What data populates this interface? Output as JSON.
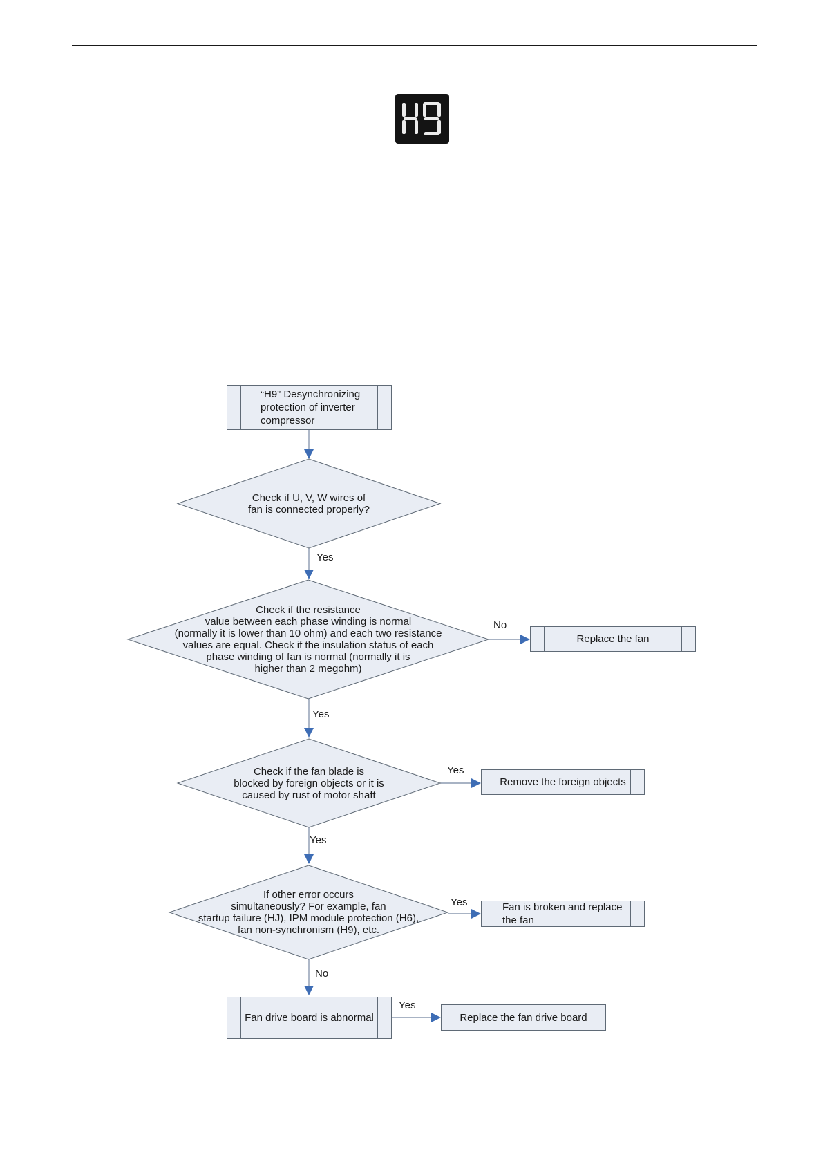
{
  "colors": {
    "shape_fill": "#e9edf4",
    "shape_border": "#5f6a76",
    "arrow_line": "#8c9ab0",
    "arrow_head": "#3e6db5",
    "text": "#1c1c1c",
    "rule": "#1a1a1a",
    "display_bg": "#141414",
    "display_seg": "#ececec"
  },
  "display": {
    "value": "H9",
    "style": "seven-segment"
  },
  "flowchart": {
    "nodes": {
      "start": {
        "text": "“H9” Desynchronizing\nprotection of inverter\ncompressor"
      },
      "uvw": {
        "text": "Check if U, V, W wires of\nfan is connected properly?"
      },
      "resistance": {
        "text": "Check if the resistance\nvalue between each phase winding is normal\n(normally it is lower than 10 ohm) and each two resistance\nvalues are equal. Check if the insulation status of each\nphase winding of fan is normal (normally it is\nhigher than 2 megohm)"
      },
      "replace_fan": {
        "text": "Replace the fan"
      },
      "fan_blade": {
        "text": "Check if the fan blade is\nblocked by foreign objects or it is\ncaused by rust of motor shaft"
      },
      "remove_foreign": {
        "text": "Remove the foreign objects"
      },
      "other_errors": {
        "text": "If other error occurs\nsimultaneously? For example, fan\nstartup failure (HJ), IPM module protection (H6),\nfan non-synchronism (H9), etc."
      },
      "fan_broken": {
        "text": "Fan is broken and replace\nthe fan"
      },
      "drive_abnormal": {
        "text": "Fan drive board is abnormal"
      },
      "replace_drive": {
        "text": "Replace the fan drive board"
      }
    },
    "edge_labels": {
      "yes_1": "Yes",
      "no_1": "No",
      "yes_2": "Yes",
      "yes_3": "Yes",
      "yes_4": "Yes",
      "yes_5": "Yes",
      "no_2": "No",
      "yes_6": "Yes"
    }
  }
}
